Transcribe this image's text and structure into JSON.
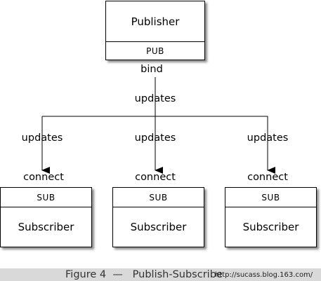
{
  "publisher": {
    "name": "Publisher",
    "socket": "PUB",
    "action": "bind"
  },
  "fanout_label": "updates",
  "subscribers": [
    {
      "name": "Subscriber",
      "socket": "SUB",
      "edge_label": "updates",
      "action": "connect"
    },
    {
      "name": "Subscriber",
      "socket": "SUB",
      "edge_label": "updates",
      "action": "connect"
    },
    {
      "name": "Subscriber",
      "socket": "SUB",
      "edge_label": "updates",
      "action": "connect"
    }
  ],
  "caption": {
    "figure": "Figure 4",
    "dash": "—",
    "title": "Publish-Subscribe",
    "watermark": "http://sucass.blog.163.com/"
  }
}
